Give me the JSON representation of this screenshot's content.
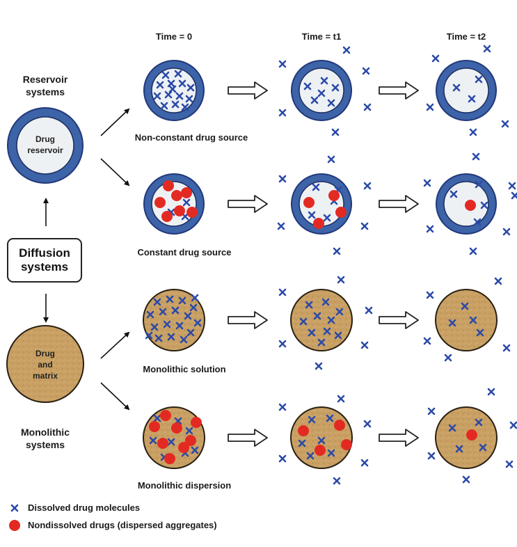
{
  "headers": {
    "t0": "Time = 0",
    "t1": "Time = t1",
    "t2": "Time = t2"
  },
  "left": {
    "reservoir_title": "Reservoir\nsystems",
    "reservoir_inner": "Drug\nreservoir",
    "diffusion": "Diffusion\nsystems",
    "matrix_inner": "Drug\nand\nmatrix",
    "monolithic_title": "Monolithic\nsystems"
  },
  "rows": [
    {
      "caption": "Non-constant drug source"
    },
    {
      "caption": "Constant drug source"
    },
    {
      "caption": "Monolithic solution"
    },
    {
      "caption": "Monolithic dispersion"
    }
  ],
  "legend": {
    "dissolved": "Dissolved drug molecules",
    "nondissolved": "Nondissolved drugs (dispersed aggregates)"
  },
  "colors": {
    "membrane": "#3d63a8",
    "membrane_dark": "#22387a",
    "core": "#eef1f4",
    "matrix": "#c9a064",
    "matrix_dark": "#8a6630",
    "drug_x": "#2b4aa8",
    "aggregate": "#e32a22"
  }
}
